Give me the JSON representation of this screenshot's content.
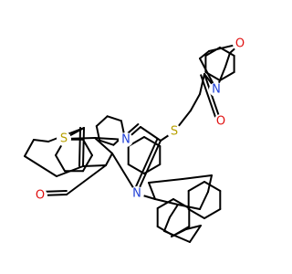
{
  "molecule": {
    "atoms": [
      {
        "id": "S1",
        "label": "S",
        "color": "#b8a000"
      },
      {
        "id": "N1",
        "label": "N",
        "color": "#1f3fd6"
      },
      {
        "id": "S2",
        "label": "S",
        "color": "#b8a000"
      },
      {
        "id": "O1",
        "label": "O",
        "color": "#e01010"
      },
      {
        "id": "N2",
        "label": "N",
        "color": "#1f3fd6"
      },
      {
        "id": "O2",
        "label": "O",
        "color": "#e01010"
      },
      {
        "id": "N3",
        "label": "N",
        "color": "#1f3fd6"
      },
      {
        "id": "O3",
        "label": "O",
        "color": "#e01010"
      }
    ]
  }
}
